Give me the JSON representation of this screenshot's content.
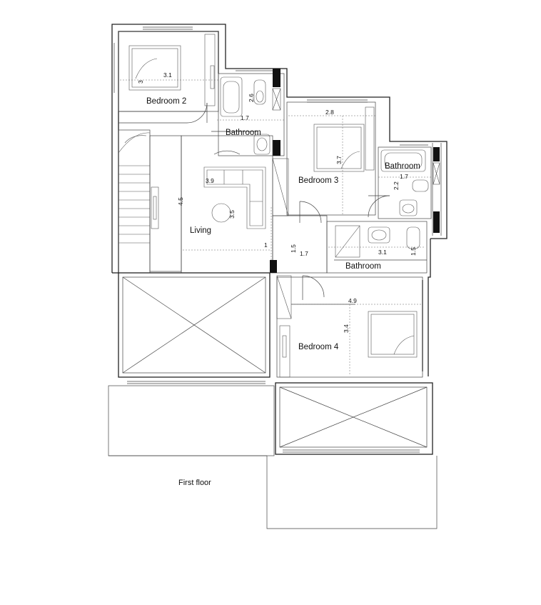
{
  "plan": {
    "floor_caption": "First floor",
    "rooms": [
      {
        "id": "bedroom-2",
        "label": "Bedroom 2"
      },
      {
        "id": "bathroom-1",
        "label": "Bathroom"
      },
      {
        "id": "bedroom-3",
        "label": "Bedroom 3"
      },
      {
        "id": "bathroom-2",
        "label": "Bathroom"
      },
      {
        "id": "living",
        "label": "Living"
      },
      {
        "id": "bathroom-3",
        "label": "Bathroom"
      },
      {
        "id": "bedroom-4",
        "label": "Bedroom 4"
      }
    ],
    "dimensions": [
      {
        "id": "bed2-width",
        "value": "3.1"
      },
      {
        "id": "bed2-depth",
        "value": "3"
      },
      {
        "id": "bath1-depth",
        "value": "2.6"
      },
      {
        "id": "bath1-width",
        "value": "1.7"
      },
      {
        "id": "bed3-width",
        "value": "2.8"
      },
      {
        "id": "bed3-depth",
        "value": "3.7"
      },
      {
        "id": "bath2-width",
        "value": "1.7"
      },
      {
        "id": "bath2-depth",
        "value": "2.2"
      },
      {
        "id": "living-sofa",
        "value": "3.9"
      },
      {
        "id": "living-depth",
        "value": "4.5"
      },
      {
        "id": "living-table",
        "value": "3.5"
      },
      {
        "id": "hall-width",
        "value": "1"
      },
      {
        "id": "hall-depth",
        "value": "1.5"
      },
      {
        "id": "hall-length",
        "value": "1.7"
      },
      {
        "id": "bath3-width",
        "value": "3.1"
      },
      {
        "id": "bath3-depth",
        "value": "1.5"
      },
      {
        "id": "bed4-width",
        "value": "4.9"
      },
      {
        "id": "bed4-depth",
        "value": "3.4"
      }
    ]
  }
}
